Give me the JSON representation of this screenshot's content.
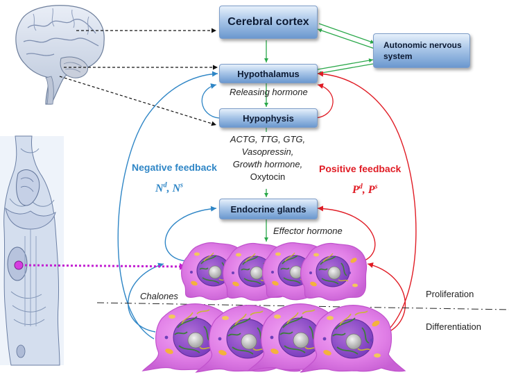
{
  "boxes": {
    "cerebral_cortex": "Cerebral cortex",
    "autonomic_line1": "Autonomic nervous",
    "autonomic_line2": "system",
    "hypothalamus": "Hypothalamus",
    "hypophysis": "Hypophysis",
    "endocrine_glands": "Endocrine glands"
  },
  "labels": {
    "releasing_hormone": "Releasing hormone",
    "hormones": [
      "ACTG, TTG, GTG,",
      "Vasopressin,",
      "Growth hormone,",
      "Oxytocin"
    ],
    "effector_hormone": "Effector hormone",
    "negative_feedback": "Negative feedback",
    "negative_symbols": "Nd, Ns",
    "positive_feedback": "Positive feedback",
    "positive_symbols": "Pd, Ps",
    "chalones": "Chalones",
    "proliferation": "Proliferation",
    "differentiation": "Differentiation"
  },
  "colors": {
    "negative": "#2f86c6",
    "positive": "#e01b24",
    "green_arrow": "#2aa84a",
    "magenta_arrow": "#c21fd1",
    "box_text": "#0c1a33"
  },
  "icons": [
    "brain-illustration",
    "body-illustration",
    "cell-illustration"
  ]
}
